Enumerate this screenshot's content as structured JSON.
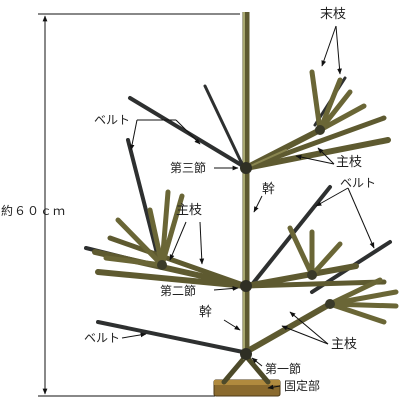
{
  "labels": {
    "height": "約６０ｃｍ",
    "leaf_branch": "末枝",
    "belt_upper_left": "ベルト",
    "belt_right": "ベルト",
    "belt_lower_left": "ベルト",
    "main_branch_upper": "主枝",
    "main_branch_middle": "主枝",
    "main_branch_lower": "主枝",
    "node_third": "第三節",
    "node_second": "第二節",
    "node_first": "第一節",
    "trunk_upper": "幹",
    "trunk_lower": "幹",
    "fixing_part": "固定部"
  }
}
